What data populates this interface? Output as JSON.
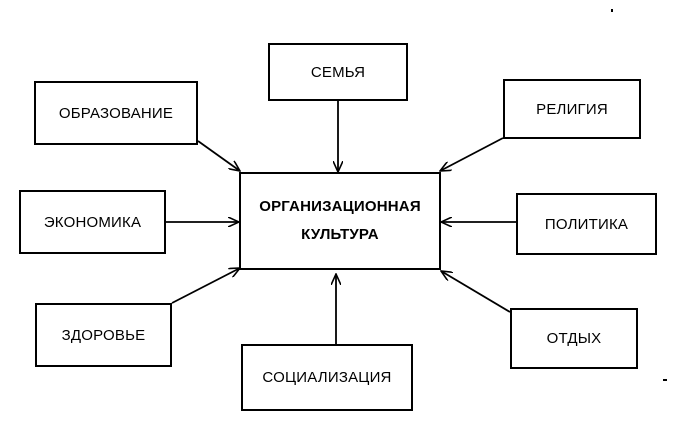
{
  "diagram": {
    "center": {
      "line1": "ОРГАНИЗАЦИОННАЯ",
      "line2": "КУЛЬТУРА"
    },
    "factors": {
      "family": "СЕМЬЯ",
      "education": "ОБРАЗОВАНИЕ",
      "religion": "РЕЛИГИЯ",
      "economy": "ЭКОНОМИКА",
      "politics": "ПОЛИТИКА",
      "health": "ЗДОРОВЬЕ",
      "leisure": "ОТДЫХ",
      "socialization": "СОЦИАЛИЗАЦИЯ"
    }
  },
  "colors": {
    "stroke": "#000000",
    "background": "#ffffff"
  }
}
